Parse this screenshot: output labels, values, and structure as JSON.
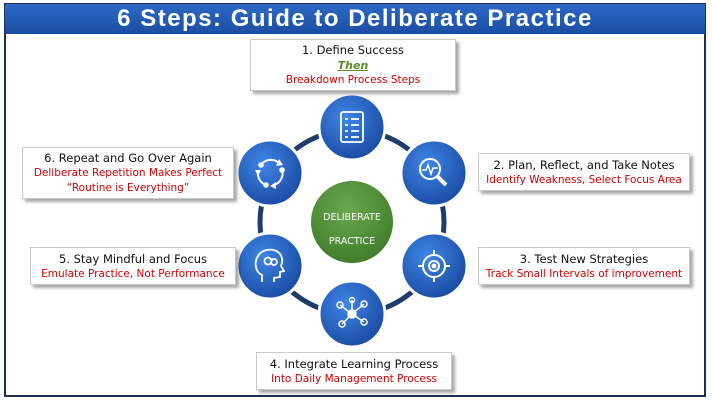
{
  "title": "6 Steps: Guide to Deliberate Practice",
  "center": {
    "line1": "DELIBERATE",
    "line2": "PRACTICE"
  },
  "steps": [
    {
      "title": "1.  Define Success",
      "then": "Then",
      "sub": "Breakdown Process Steps",
      "icon": "checklist-icon"
    },
    {
      "title": "2.  Plan, Reflect, and Take Notes",
      "sub": "Identify Weakness, Select Focus Area",
      "icon": "magnifier-pulse-icon"
    },
    {
      "title": "3.  Test New Strategies",
      "sub": "Track Small Intervals of improvement",
      "icon": "target-crosshair-icon"
    },
    {
      "title": "4.  Integrate Learning Process",
      "sub": "Into Daily Management Process",
      "icon": "network-nodes-icon"
    },
    {
      "title": "5.  Stay Mindful and Focus",
      "sub": "Emulate Practice, Not Performance",
      "icon": "head-brain-icon"
    },
    {
      "title": "6.   Repeat and Go Over Again",
      "sub": "Deliberate Repetition Makes Perfect",
      "sub2": "“Routine is Everything”",
      "icon": "cycle-arrows-icon"
    }
  ],
  "colors": {
    "title_bar": "#1a4ea3",
    "step_circle": "#1f5dbb",
    "ring": "#1f3b6e",
    "center": "#4f8f32",
    "subtitle_text": "#d40000",
    "then_text": "#5d8a2a"
  }
}
